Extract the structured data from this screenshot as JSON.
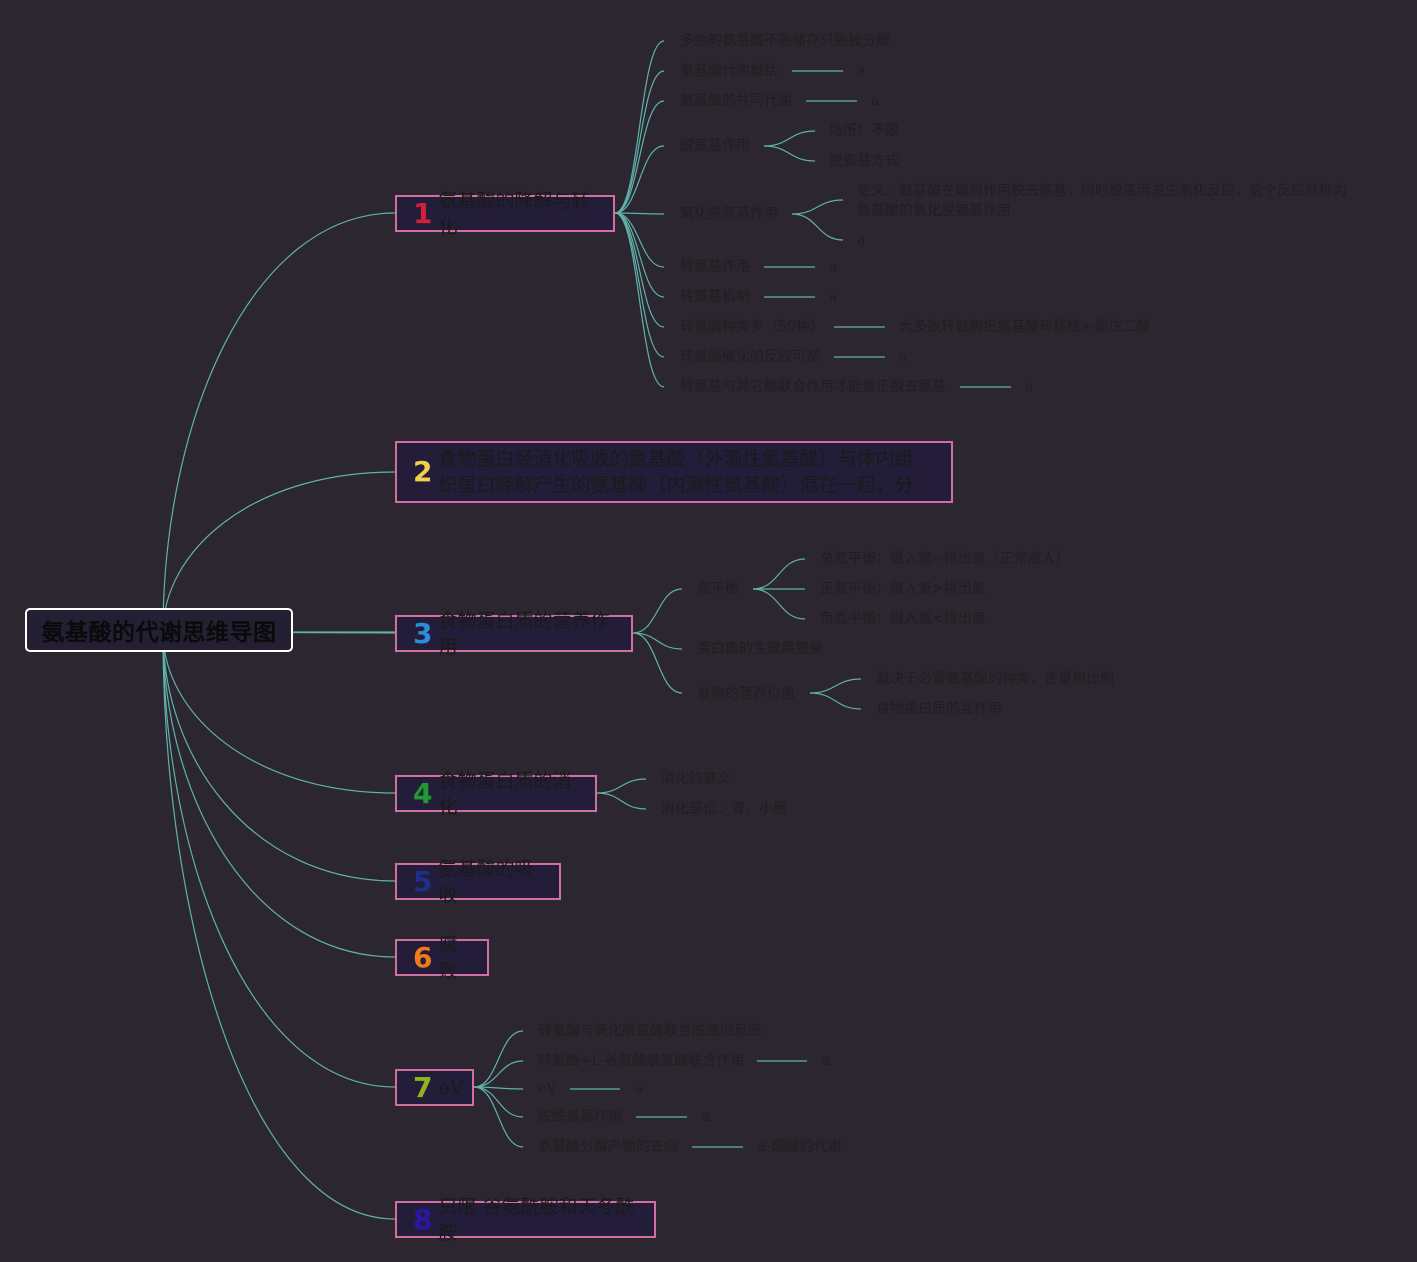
{
  "root": {
    "title": "氨基酸的代谢思维导图"
  },
  "colors": {
    "line": "#5fb3aa",
    "box_border": "#d16fa0",
    "box_fill": "#231d3a",
    "background": "#2b2630"
  },
  "branches": [
    {
      "num": "1",
      "num_color": "#d0203a",
      "label": "氨基酸的降解与转化",
      "children": [
        {
          "text": "多余的氨基酸不能储存只能被分解"
        },
        {
          "text": "氨基酸代谢概括",
          "child": "a"
        },
        {
          "text": "氨基酸的共同代谢",
          "child": "a"
        },
        {
          "text": "脱氨基作用",
          "children": [
            "场所：不限",
            "脱氨基方式"
          ]
        },
        {
          "text": "氧化脱氨基作用",
          "children": [
            "定义：氨基酸在酶的作用脱去氨基，同时脱氢而发生氧化反应，这个反应就称为氨基酸的氧化脱氨基作用",
            "a"
          ]
        },
        {
          "text": "转氨基作用",
          "child": "a"
        },
        {
          "text": "转氨基机制",
          "child": "a"
        },
        {
          "text": "转氨酶种类多（50种）",
          "child": "大多数转氨酶把氨基酸转移给a-酮戊二酸"
        },
        {
          "text": "转氨酶催化的反应可逆",
          "child": "a"
        },
        {
          "text": "转氨基与其它酶联合作用才能真正脱去氨基",
          "child": "a"
        }
      ]
    },
    {
      "num": "2",
      "num_color": "#f2cf4a",
      "label": "食物蛋白经消化吸收的氨基酸（外源性氨基酸）与体内组织蛋白降解产生的氨基酸（内源性氨基酸）混在一起，分"
    },
    {
      "num": "3",
      "num_color": "#2a8fd8",
      "label": "食物蛋白质的营养作用",
      "children": [
        {
          "text": "氮平衡",
          "children": [
            "总氮平衡：摄入氮=排出氮（正常成人）",
            "正氮平衡：摄入氮>排出氮",
            "负氮平衡：摄入氮<排出氮"
          ]
        },
        {
          "text": "蛋白质的生理需要量"
        },
        {
          "text": "食物的营养价值",
          "children": [
            "取决于必需氨基酸的种类，含量和比例",
            "食物蛋白质的互作用"
          ]
        }
      ]
    },
    {
      "num": "4",
      "num_color": "#1f9a35",
      "label": "食物蛋白质的消化",
      "children": [
        {
          "text": "消化的意义"
        },
        {
          "text": "消化部位：胃，小肠"
        }
      ]
    },
    {
      "num": "5",
      "num_color": "#1d2f8a",
      "label": "氨基酸的吸收"
    },
    {
      "num": "6",
      "num_color": "#f07a1c",
      "label": "腐败"
    },
    {
      "num": "7",
      "num_color": "#8fb321",
      "label": "eV",
      "children": [
        {
          "text": "转氨酶与氧化脱氢酶联合脱氨的反应"
        },
        {
          "text": "转氨酶+L-谷氨酸脱氢酶联合作用",
          "child": "a"
        },
        {
          "text": "eV",
          "child": "a"
        },
        {
          "text": "脱酰氨基作用",
          "child": "a"
        },
        {
          "text": "氨基酸分解产物的去向",
          "child": "a-酮酸的代谢"
        }
      ]
    },
    {
      "num": "8",
      "num_color": "#2a17a8",
      "label": "只限 谷氨酰胺和天冬酰胺"
    }
  ]
}
